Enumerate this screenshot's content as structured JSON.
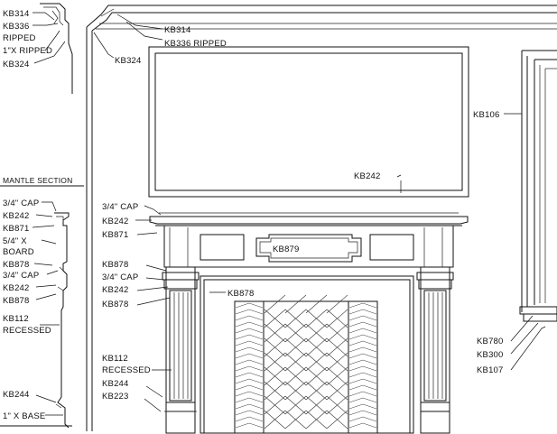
{
  "mantle_section": {
    "title": "MANTLE SECTION",
    "top_labels": [
      "KB314",
      "KB336",
      "RIPPED",
      "1\"X RIPPED",
      "KB324"
    ],
    "labels": [
      "3/4\" CAP",
      "KB242",
      "KB871",
      "5/4\" X",
      "BOARD",
      "KB878",
      "3/4\" CAP",
      "KB242",
      "KB878",
      "KB112",
      "RECESSED",
      "KB244",
      "1\" X BASE"
    ]
  },
  "elevation": {
    "ceiling_labels": [
      "KB314",
      "KB336 RIPPED",
      "KB324"
    ],
    "panel_label": "KB242",
    "mantel_labels": [
      "3/4\" CAP",
      "KB242",
      "KB871"
    ],
    "center_label": "KB879",
    "column_labels": [
      "KB878",
      "3/4\" CAP",
      "KB242",
      "KB878"
    ],
    "firebox_label": "KB878",
    "base_labels": [
      "KB112",
      "RECESSED",
      "KB244",
      "KB223"
    ],
    "window_labels": [
      "KB106",
      "KB780",
      "KB300",
      "KB107"
    ]
  }
}
